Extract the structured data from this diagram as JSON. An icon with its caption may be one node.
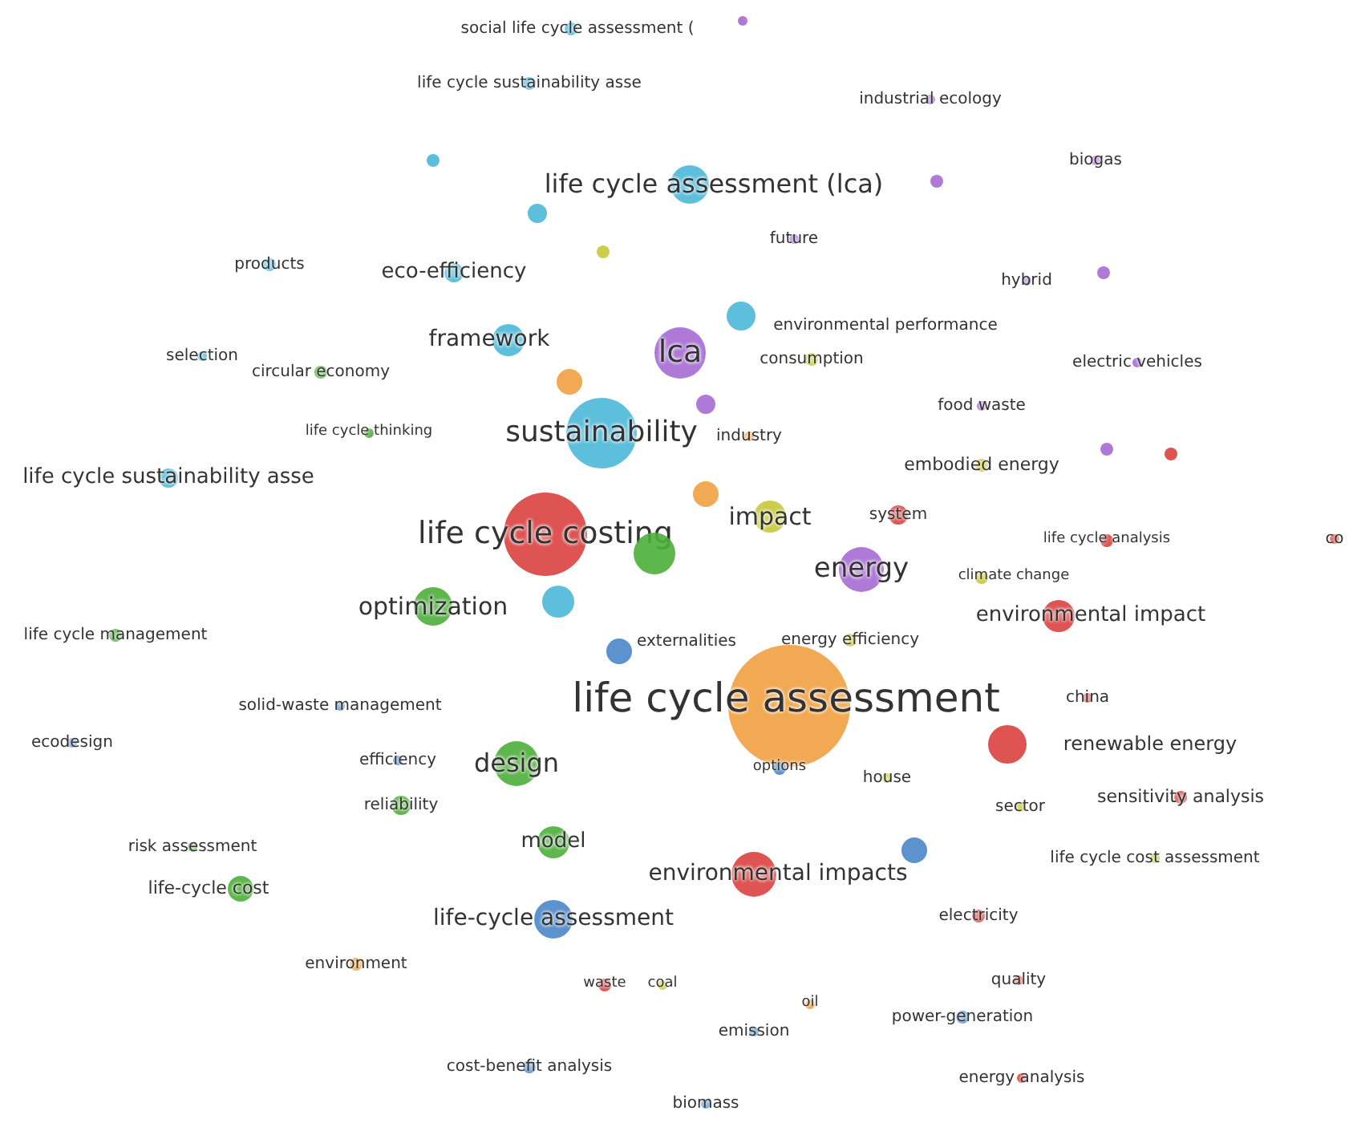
{
  "diagram": {
    "nodes": [
      {
        "text": [
          "social life cycle assessment ("
        ]
      },
      {
        "text": [
          "life cycle sustainability asse"
        ]
      },
      {
        "text": [
          "industrial ecology"
        ]
      },
      {
        "text": [
          "biogas"
        ]
      },
      {
        "text": [
          "life cycle assessment (lca)"
        ]
      },
      {
        "text": [
          "future"
        ]
      },
      {
        "text": [
          "products"
        ]
      },
      {
        "text": [
          "eco-efficiency"
        ]
      },
      {
        "text": [
          "hybrid"
        ]
      },
      {
        "text": [
          "environmental performance"
        ]
      },
      {
        "text": [
          "framework"
        ]
      },
      {
        "text": [
          "lca"
        ]
      },
      {
        "text": [
          "selection"
        ]
      },
      {
        "text": [
          "circular economy"
        ]
      },
      {
        "text": [
          "consumption"
        ]
      },
      {
        "text": [
          "electric vehicles"
        ]
      },
      {
        "text": [
          "food waste"
        ]
      },
      {
        "text": [
          "life cycle thinking"
        ]
      },
      {
        "text": [
          "sustainability"
        ]
      },
      {
        "text": [
          "industry"
        ]
      },
      {
        "text": [
          "life cycle sustainability asse"
        ]
      },
      {
        "text": [
          "embodied energy"
        ]
      },
      {
        "text": [
          "life cycle costing"
        ]
      },
      {
        "text": [
          "impact"
        ]
      },
      {
        "text": [
          "system"
        ]
      },
      {
        "text": [
          "life cycle analysis"
        ]
      },
      {
        "text": [
          "energy"
        ]
      },
      {
        "text": [
          "climate change"
        ]
      },
      {
        "text": [
          "co"
        ]
      },
      {
        "text": [
          "optimization"
        ]
      },
      {
        "text": [
          "life cycle management"
        ]
      },
      {
        "text": [
          "environmental impact"
        ]
      },
      {
        "text": [
          "externalities"
        ]
      },
      {
        "text": [
          "energy efficiency"
        ]
      },
      {
        "text": [
          "life cycle assessment"
        ]
      },
      {
        "text": [
          "solid-waste management"
        ]
      },
      {
        "text": [
          "china"
        ]
      },
      {
        "text": [
          "ecodesign"
        ]
      },
      {
        "text": [
          "efficiency"
        ]
      },
      {
        "text": [
          "design"
        ]
      },
      {
        "text": [
          "renewable energy"
        ]
      },
      {
        "text": [
          "options"
        ]
      },
      {
        "text": [
          "house"
        ]
      },
      {
        "text": [
          "reliability"
        ]
      },
      {
        "text": [
          "sensitivity analysis"
        ]
      },
      {
        "text": [
          "sector"
        ]
      },
      {
        "text": [
          "risk assessment"
        ]
      },
      {
        "text": [
          "model"
        ]
      },
      {
        "text": [
          "environmental impacts"
        ]
      },
      {
        "text": [
          "life cycle cost assessment"
        ]
      },
      {
        "text": [
          "life-cycle cost"
        ]
      },
      {
        "text": [
          "life-cycle assessment"
        ]
      },
      {
        "text": [
          "electricity"
        ]
      },
      {
        "text": [
          "environment"
        ]
      },
      {
        "text": [
          "quality"
        ]
      },
      {
        "text": [
          "waste"
        ]
      },
      {
        "text": [
          "coal"
        ]
      },
      {
        "text": [
          "oil"
        ]
      },
      {
        "text": [
          "power-generation"
        ]
      },
      {
        "text": [
          "emission"
        ]
      },
      {
        "text": [
          "cost-benefit analysis"
        ]
      },
      {
        "text": [
          "energy analysis"
        ]
      },
      {
        "text": [
          "biomass"
        ]
      },
      {
        "text": [],
        "shape": "circle"
      },
      {
        "text": [],
        "shape": "circle"
      },
      {
        "text": [],
        "shape": "circle"
      },
      {
        "text": [],
        "shape": "circle"
      },
      {
        "text": [],
        "shape": "circle"
      },
      {
        "text": [],
        "shape": "circle"
      },
      {
        "text": [],
        "shape": "circle"
      },
      {
        "text": [],
        "shape": "circle"
      },
      {
        "text": [],
        "shape": "circle"
      },
      {
        "text": [],
        "shape": "circle"
      },
      {
        "text": [],
        "shape": "circle"
      },
      {
        "text": [],
        "shape": "circle"
      },
      {
        "text": [],
        "shape": "circle"
      },
      {
        "text": [],
        "shape": "circle"
      }
    ]
  }
}
